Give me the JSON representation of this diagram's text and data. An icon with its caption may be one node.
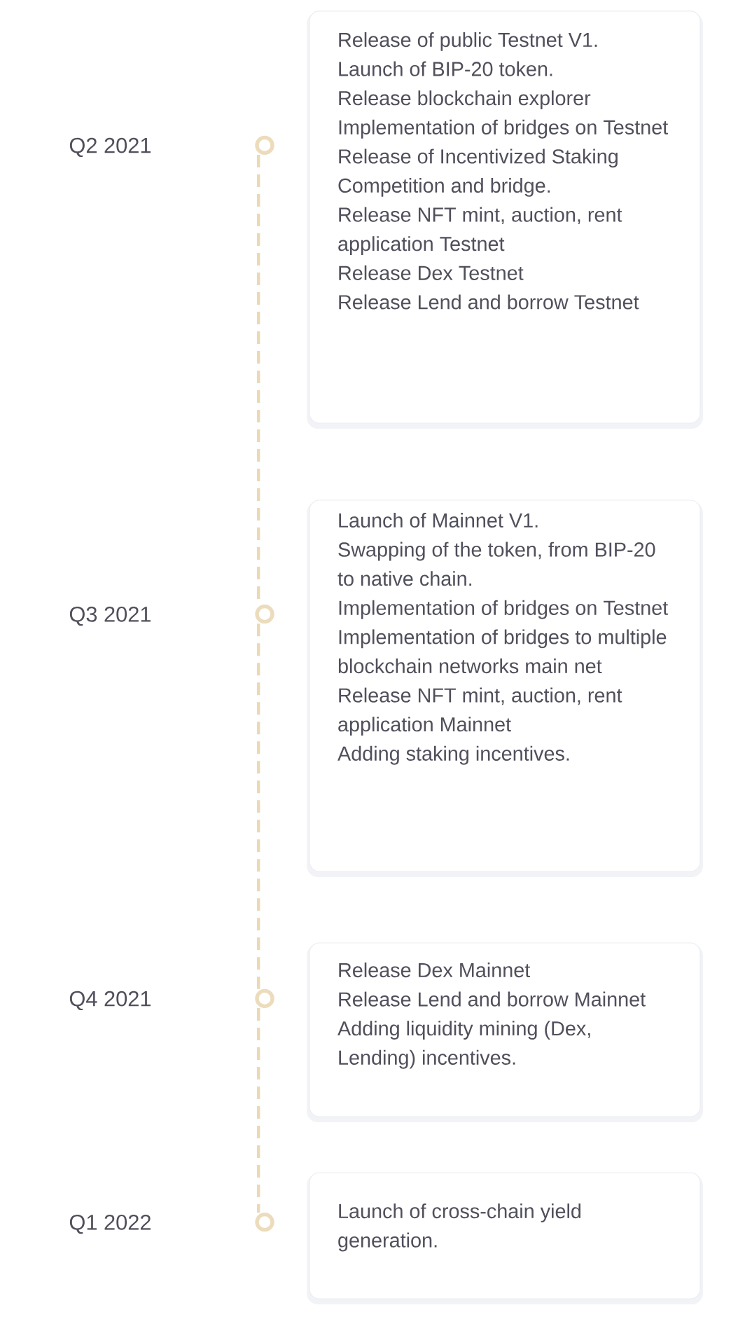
{
  "diagram": {
    "nodes": [
      {
        "text": [],
        "shape": "circle"
      },
      {
        "text": [
          "Release of public Testnet V1.",
          "Launch of BIP-20 token.",
          "Release blockchain explorer",
          "Implementation of bridges on Testnet",
          "Release of Incentivized Staking Competition and bridge.",
          "Release NFT mint, auction, rent application Testnet",
          "Release Dex Testnet",
          "Release Lend and borrow Testnet"
        ]
      },
      {
        "text": [],
        "shape": "circle"
      },
      {
        "text": [
          "Launch of Mainnet V1.",
          "Swapping of the token, from BIP-20 to native chain.",
          "Implementation of bridges on Testnet",
          "Implementation of bridges to multiple blockchain networks main net",
          "Release NFT mint, auction, rent application Mainnet",
          "Adding staking incentives."
        ]
      },
      {
        "text": [],
        "shape": "circle"
      },
      {
        "text": [
          "Release Dex Mainnet",
          "Release Lend and borrow Mainnet",
          "Adding liquidity mining (Dex, Lending) incentives."
        ]
      },
      {
        "text": [],
        "shape": "circle"
      },
      {
        "text": [
          "Launch of cross-chain yield generation."
        ]
      }
    ],
    "edges": [
      {
        "from": 0,
        "to": 2,
        "arrow": "none",
        "style": "dashed"
      },
      {
        "from": 2,
        "to": 4,
        "arrow": "none",
        "style": "dashed"
      },
      {
        "from": 4,
        "to": 6,
        "arrow": "none",
        "style": "dashed"
      }
    ],
    "labels": [
      "Q2 2021",
      "Q3 2021",
      "Q4 2021",
      "Q1 2022"
    ]
  }
}
